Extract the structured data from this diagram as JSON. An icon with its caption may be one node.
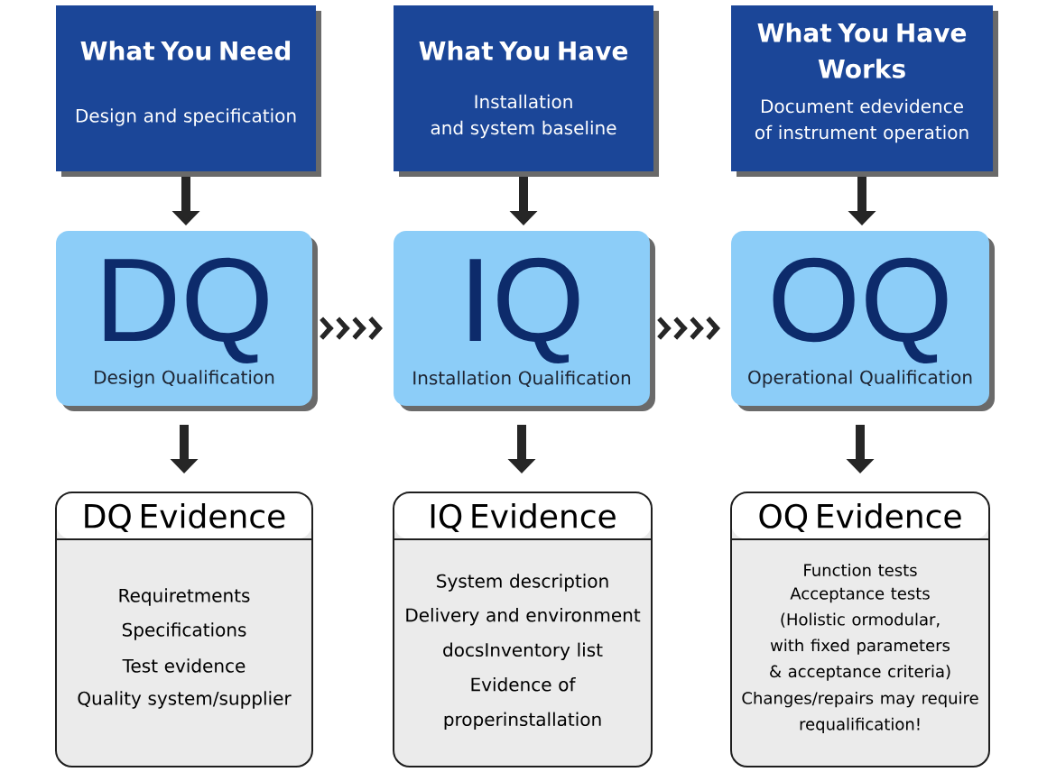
{
  "diagram": {
    "nodes": [
      {
        "text": [
          "What You Need",
          "Design and specification"
        ]
      },
      {
        "text": [
          "What You Have",
          "Installation and system baseline"
        ]
      },
      {
        "text": [
          "What You Have Works",
          "Document edevidence of instrument operation"
        ]
      },
      {
        "text": [
          "DQ",
          "Design Qualification"
        ]
      },
      {
        "text": [
          "IQ",
          "Installation Qualification"
        ]
      },
      {
        "text": [
          "OQ",
          "Operational Qualification"
        ]
      },
      {
        "text": [
          "DQ Evidence",
          "Requiretments",
          "Specifications",
          "Test evidence",
          "Quality system/supplier"
        ]
      },
      {
        "text": [
          "IQ Evidence",
          "System description",
          "Delivery and environment docsInventory list",
          "Evidence of properinstallation"
        ]
      },
      {
        "text": [
          "OQ Evidence",
          "Function tests",
          "Acceptance tests (Holistic ormodular, with fixed parameters & acceptance criteria)",
          "Changes/repairs may require requalification!"
        ]
      }
    ],
    "edges": [
      {
        "from": 0,
        "to": 3,
        "arrow": "to"
      },
      {
        "from": 1,
        "to": 4,
        "arrow": "to"
      },
      {
        "from": 2,
        "to": 5,
        "arrow": "to"
      },
      {
        "from": 3,
        "to": 4,
        "arrow": "to"
      },
      {
        "from": 4,
        "to": 5,
        "arrow": "to"
      },
      {
        "from": 3,
        "to": 6,
        "arrow": "to"
      },
      {
        "from": 4,
        "to": 7,
        "arrow": "to"
      },
      {
        "from": 5,
        "to": 8,
        "arrow": "to"
      }
    ]
  }
}
